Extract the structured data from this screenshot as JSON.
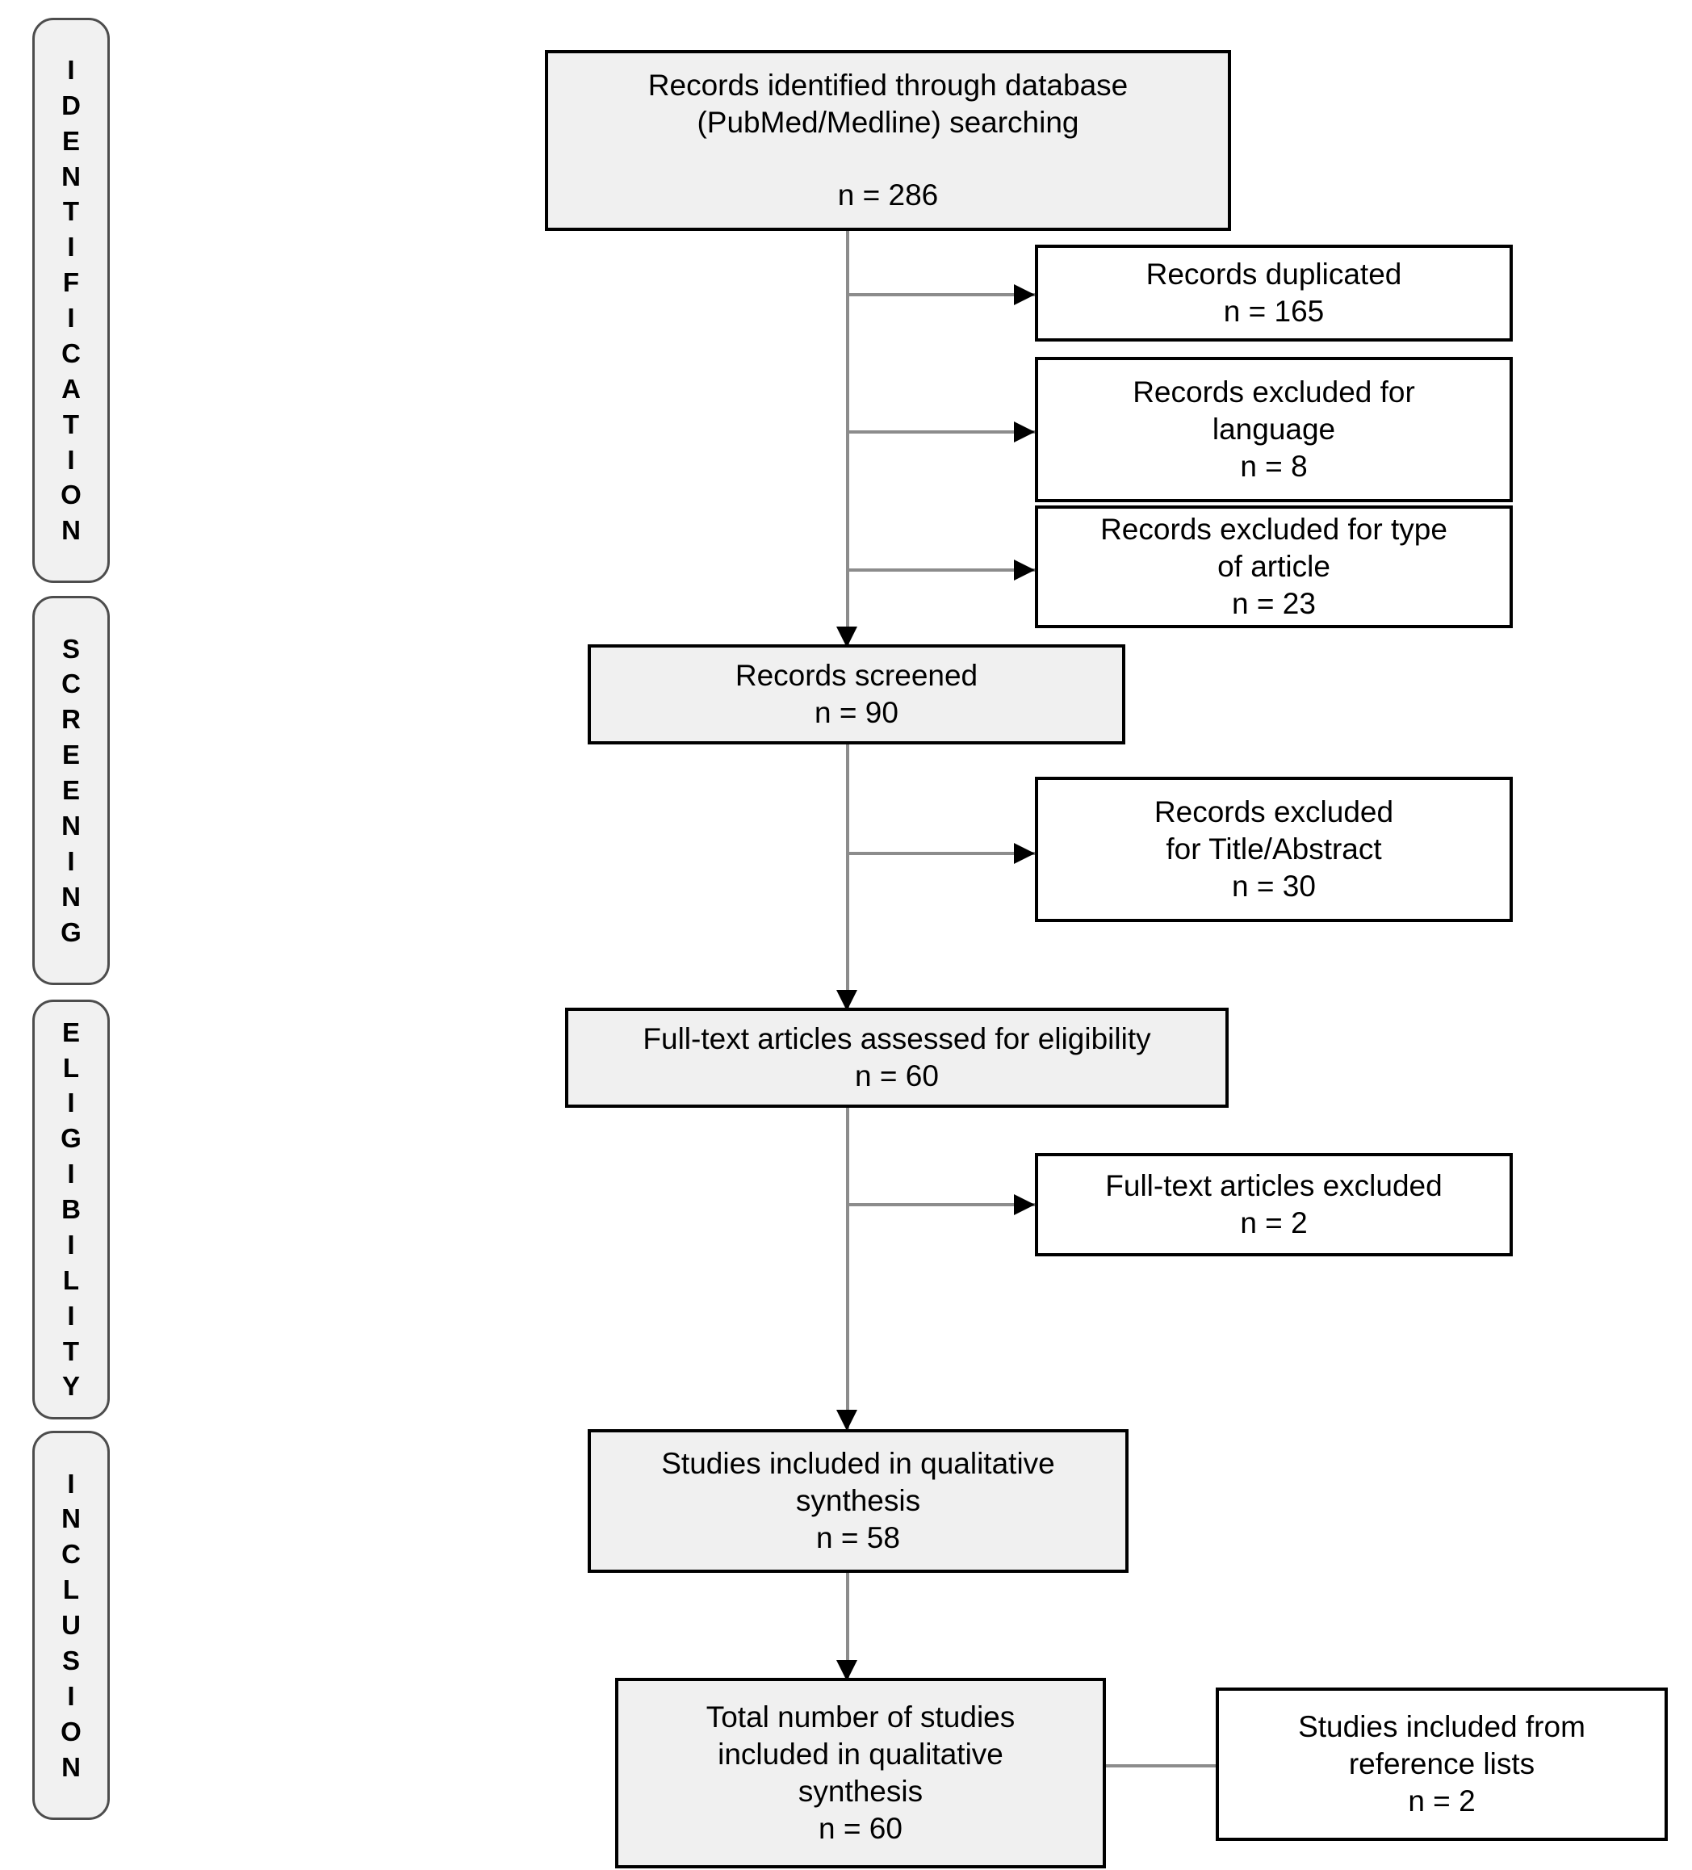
{
  "diagram": {
    "type": "prisma-flow-diagram",
    "colors": {
      "box_fill_shaded": "#f0f0f0",
      "box_fill_plain": "#ffffff",
      "box_border": "#000000",
      "connector": "#8c8c8c",
      "stage_fill": "#f1f1f1",
      "stage_border": "#4d4d4d"
    }
  },
  "stages": [
    {
      "id": "identification",
      "label": "IDENTIFICATION",
      "letters": [
        "I",
        "D",
        "E",
        "N",
        "T",
        "I",
        "F",
        "I",
        "C",
        "A",
        "T",
        "I",
        "O",
        "N"
      ]
    },
    {
      "id": "screening",
      "label": "SCREENING",
      "letters": [
        "S",
        "C",
        "R",
        "E",
        "E",
        "N",
        "I",
        "N",
        "G"
      ]
    },
    {
      "id": "eligibility",
      "label": "ELIGIBILITY",
      "letters": [
        "E",
        "L",
        "I",
        "G",
        "I",
        "B",
        "I",
        "L",
        "I",
        "T",
        "Y"
      ]
    },
    {
      "id": "inclusion",
      "label": "INCLUSION",
      "letters": [
        "I",
        "N",
        "C",
        "L",
        "U",
        "S",
        "I",
        "O",
        "N"
      ]
    }
  ],
  "boxes": {
    "records_identified": {
      "line1": "Records identified through database",
      "line2": "(PubMed/Medline) searching",
      "count": "n = 286"
    },
    "records_duplicated": {
      "line1": "Records duplicated",
      "count": "n = 165"
    },
    "records_excluded_language": {
      "line1": "Records excluded for",
      "line2": "language",
      "count": "n = 8"
    },
    "records_excluded_type": {
      "line1": "Records excluded for type",
      "line2": "of article",
      "count": "n = 23"
    },
    "records_screened": {
      "line1": "Records screened",
      "count": "n = 90"
    },
    "records_excluded_title_abstract": {
      "line1": "Records excluded",
      "line2": "for Title/Abstract",
      "count": "n = 30"
    },
    "fulltext_assessed": {
      "line1": "Full-text articles assessed for eligibility",
      "count": "n = 60"
    },
    "fulltext_excluded": {
      "line1": "Full-text articles excluded",
      "count": "n = 2"
    },
    "studies_included_qualitative": {
      "line1": "Studies included in qualitative",
      "line2": "synthesis",
      "count": "n = 58"
    },
    "total_studies_included": {
      "line1": "Total number of studies",
      "line2": "included in qualitative",
      "line3": "synthesis",
      "count": "n = 60"
    },
    "studies_from_references": {
      "line1": "Studies included from",
      "line2": "reference lists",
      "count": "n = 2"
    }
  }
}
